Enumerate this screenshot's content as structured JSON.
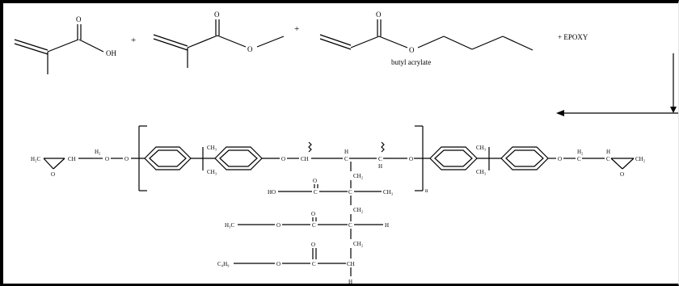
{
  "reactants": {
    "methacrylic_acid": {
      "hydroxyl": "OH",
      "carbonyl_o": "O"
    },
    "methyl_methacrylate": {
      "ester_o": "O",
      "carbonyl_o": "O"
    },
    "butyl_acrylate": {
      "ester_o": "O",
      "carbonyl_o": "O",
      "name": "butyl acrylate"
    },
    "plus": "+",
    "epoxy_term": "+ EPOXY"
  },
  "product": {
    "left_end": {
      "h2c": "H₂C",
      "ch": "CH",
      "ch2": "H₂",
      "ring_o": "O",
      "ether_o": "O"
    },
    "bridge_left": {
      "ch3_top": "CH₃",
      "ch3_bottom": "CH₃",
      "o_right": "O"
    },
    "chain": {
      "ch": "CH",
      "c": "C",
      "h_bottom": "H",
      "c2": "C",
      "h_top": "H",
      "o_right": "O"
    },
    "repeat_n": "n",
    "bridge_right": {
      "ch3_top": "CH₃",
      "ch3_bottom": "CH₃",
      "o_right": "O"
    },
    "right_end": {
      "h2": "H₂",
      "c": "C",
      "h": "H",
      "c2": "C",
      "ch2": "CH₂",
      "ring_o": "O"
    },
    "side1": {
      "ch2": "CH₂",
      "ho": "HO",
      "c": "C",
      "o": "O",
      "c_center": "C",
      "ch3": "CH₃"
    },
    "side2": {
      "ch2": "CH₂",
      "h3c": "H₃C",
      "o_ester": "O",
      "c": "C",
      "o": "O",
      "c_center": "C",
      "h": "H"
    },
    "side3": {
      "ch2": "CH₂",
      "c4h9": "C₄H₉",
      "o_ester": "O",
      "c": "C",
      "o": "O",
      "ch": "CH",
      "h_bottom": "H"
    }
  }
}
